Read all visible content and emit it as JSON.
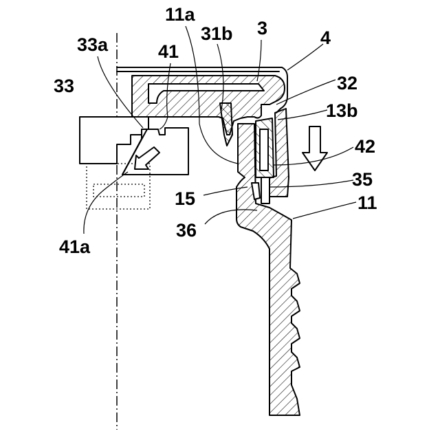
{
  "labels": {
    "l11a": "11a",
    "l3": "3",
    "l4": "4",
    "l31b": "31b",
    "l33a": "33a",
    "l41": "41",
    "l33": "33",
    "l32": "32",
    "l13b": "13b",
    "l42": "42",
    "l35": "35",
    "l15": "15",
    "l11": "11",
    "l36": "36",
    "l41a": "41a"
  },
  "icons": {
    "press_arrow": "down-arrow-icon",
    "tilt_arrow": "diagonal-arrow-icon"
  },
  "colors": {
    "line": "#000000",
    "background": "#ffffff"
  }
}
